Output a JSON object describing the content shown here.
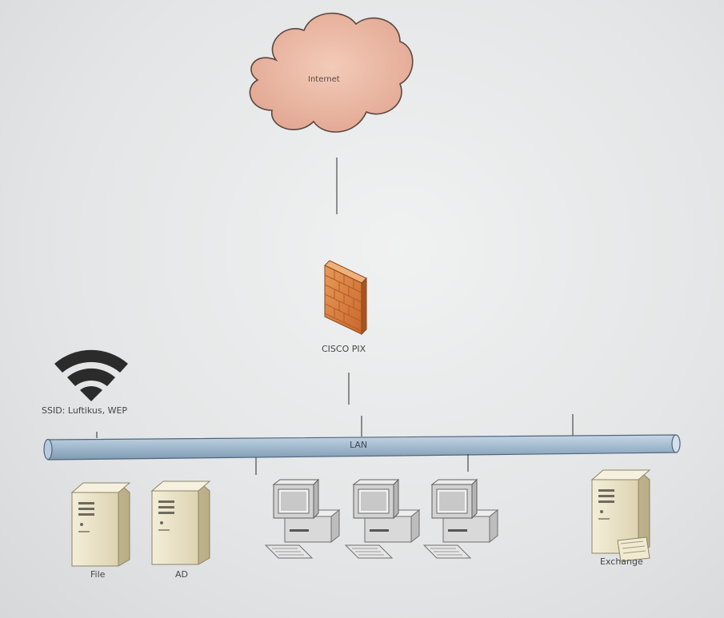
{
  "nodes": {
    "internet": "Internet",
    "firewall": "CISCO PIX",
    "wifi": "SSID: Luftikus, WEP",
    "lan": "LAN",
    "file_server": "File",
    "ad_server": "AD",
    "exchange_server": "Exchange"
  },
  "colors": {
    "cloud_fill": "#e9b9a6",
    "firewall_brick": "#d9823f",
    "lan_pipe": "#9fb8cc",
    "server_body": "#ebe3c8",
    "wifi_icon": "#2b2b2b"
  },
  "icons": [
    "cloud-icon",
    "firewall-icon",
    "wifi-icon",
    "server-icon",
    "workstation-icon"
  ]
}
